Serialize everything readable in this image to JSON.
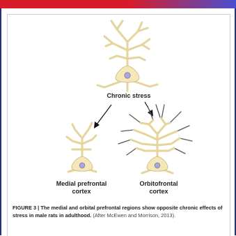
{
  "figure": {
    "label_stress": "Chronic stress",
    "label_medial_line1": "Medial prefrontal",
    "label_medial_line2": "cortex",
    "label_orbito_line1": "Orbitofrontal",
    "label_orbito_line2": "cortex",
    "caption_bold": "FIGURE 3 | The medial and orbital prefrontal regions show opposite chronic effects of stress in male rats in adulthood.",
    "caption_normal": " (After McEwen and Morrison, 2013)."
  },
  "colors": {
    "neuron_fill": "#f4e7b8",
    "neuron_stroke": "#c9b97a",
    "nucleus_fill": "#a9a8d8",
    "new_branch": "#555555",
    "header_red": "#d61c2b",
    "header_blue": "#4a4fd0"
  }
}
